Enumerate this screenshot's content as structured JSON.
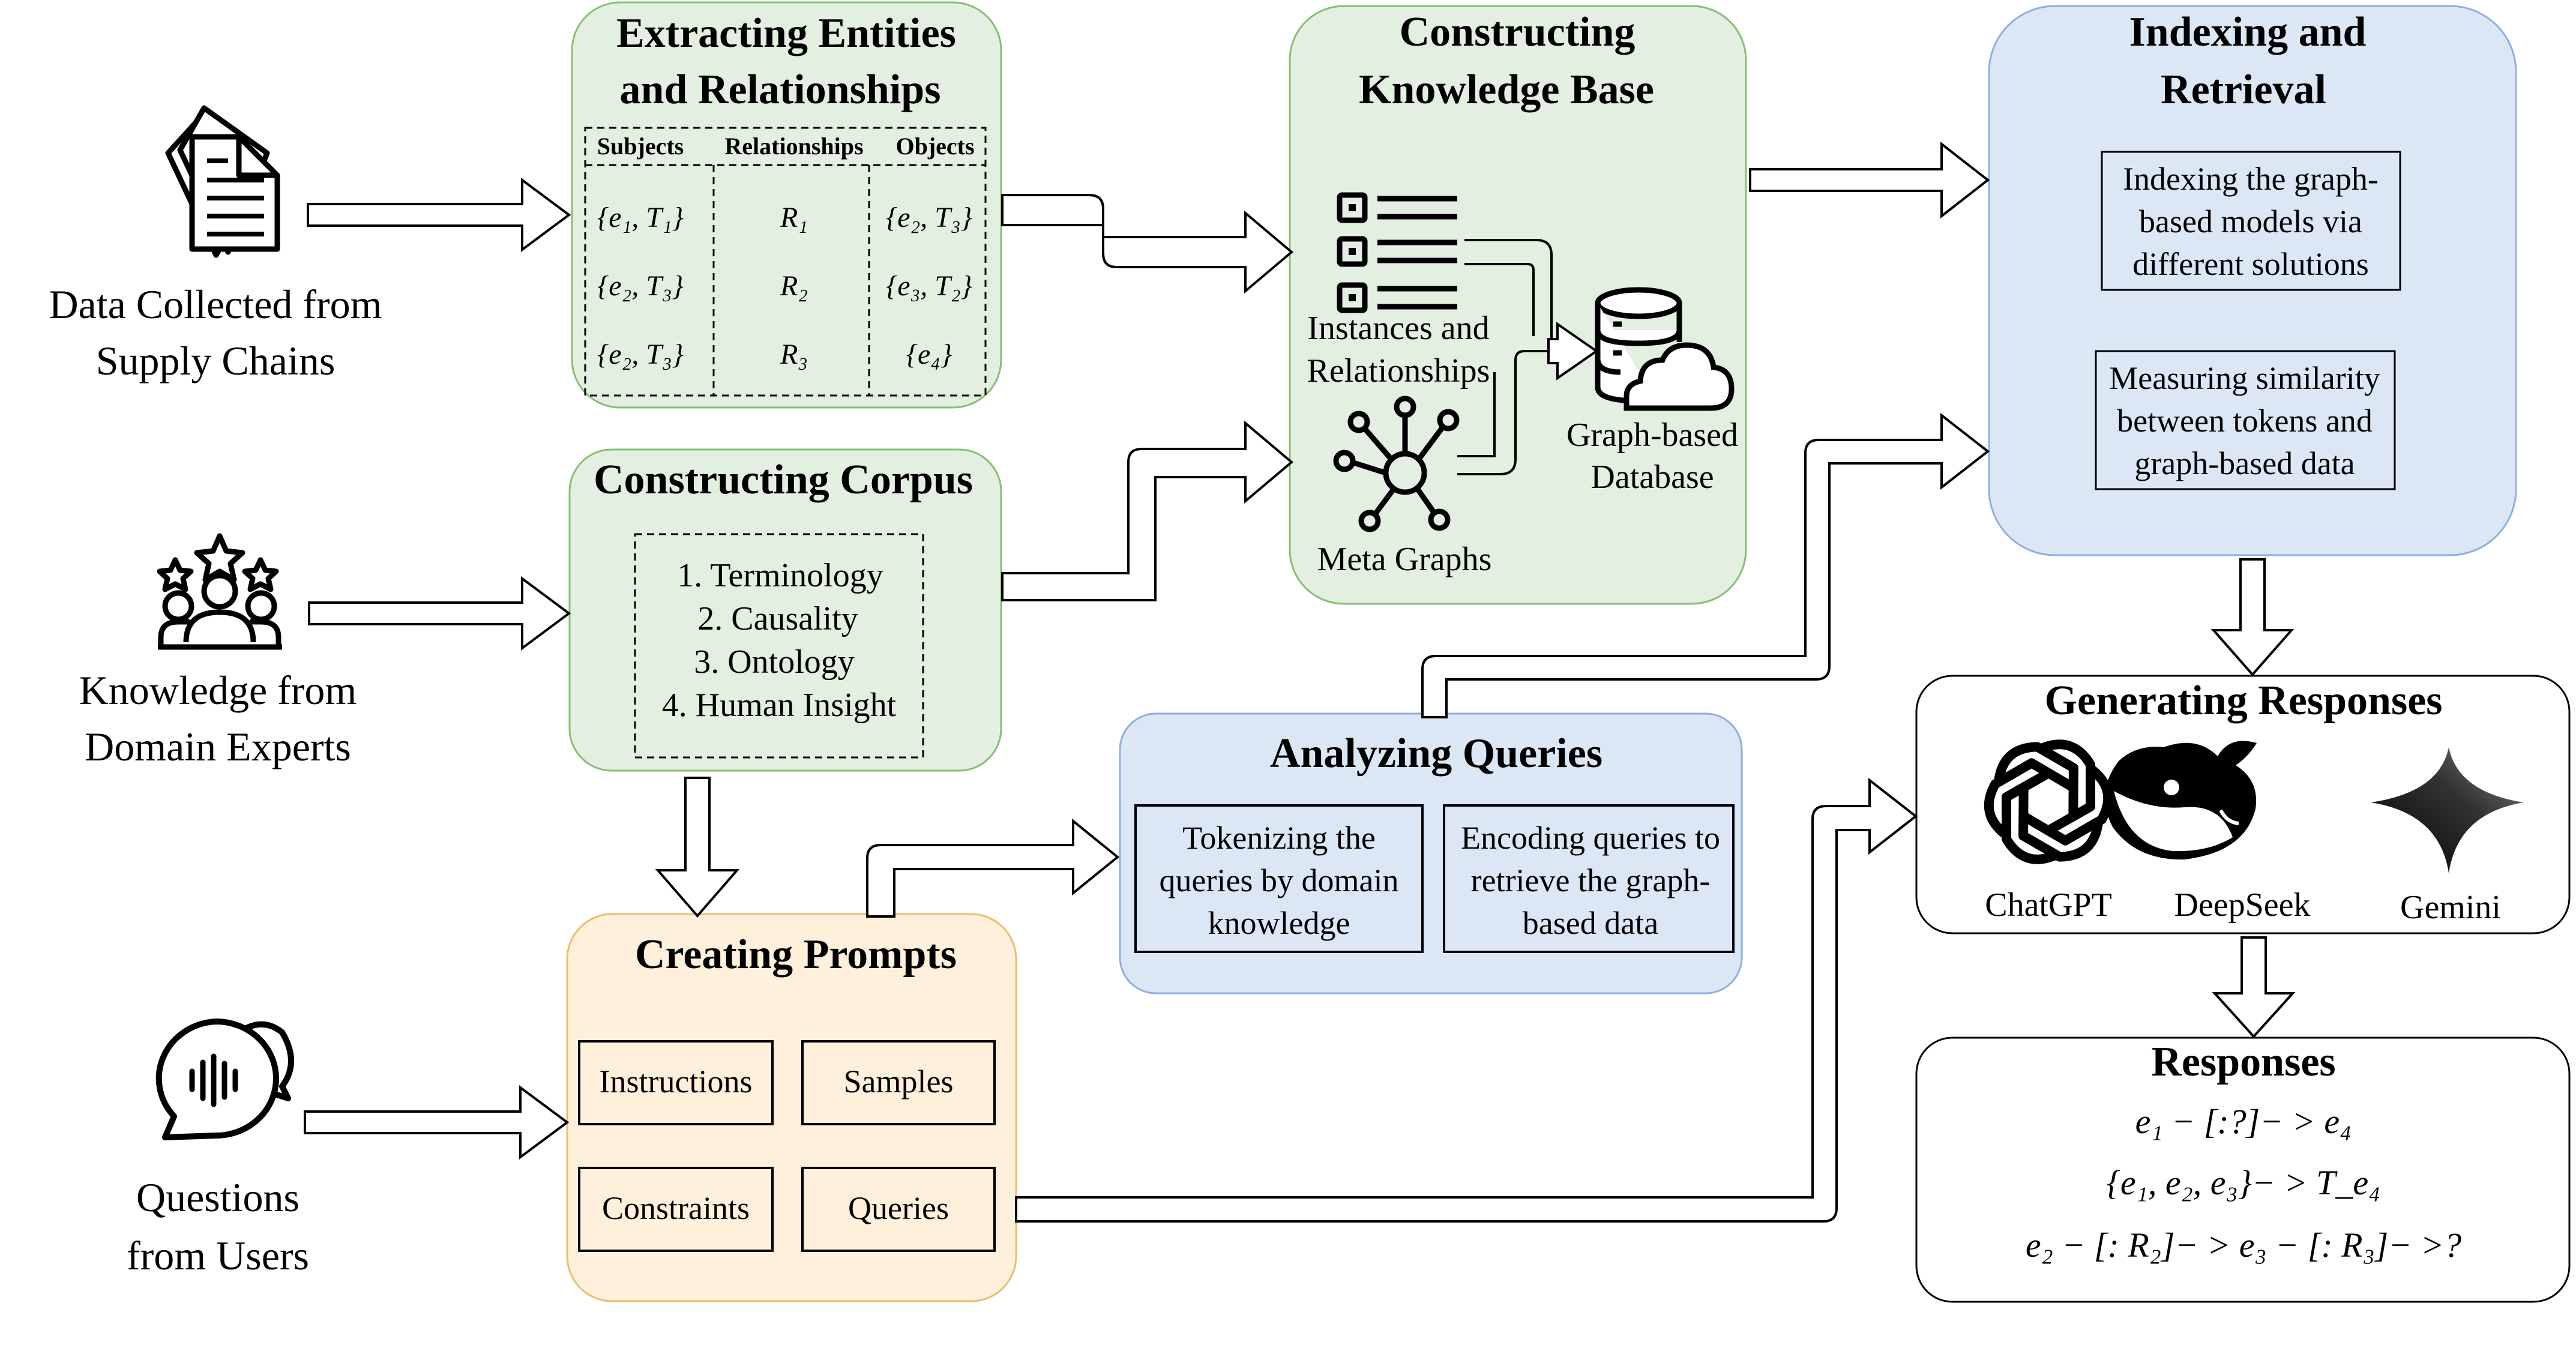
{
  "inputs": {
    "supply_chain": {
      "icon": "documents-icon",
      "label_line1": "Data Collected from",
      "label_line2": "Supply Chains"
    },
    "experts": {
      "icon": "experts-icon",
      "label_line1": "Knowledge from",
      "label_line2": "Domain Experts"
    },
    "users": {
      "icon": "chat-bubbles-icon",
      "label_line1": "Questions",
      "label_line2": "from Users"
    }
  },
  "extracting": {
    "title_line1": "Extracting Entities",
    "title_line2": "and Relationships",
    "headers": [
      "Subjects",
      "Relationships",
      "Objects"
    ],
    "rows": [
      [
        "{e₁, T₁}",
        "R₁",
        "{e₂, T₃}"
      ],
      [
        "{e₂, T₃}",
        "R₂",
        "{e₃, T₂}"
      ],
      [
        "{e₂, T₃}",
        "R₃",
        "{e₄}"
      ]
    ]
  },
  "corpus": {
    "title": "Constructing Corpus",
    "items": [
      "1. Terminology",
      "2. Causality",
      "3. Ontology",
      "4. Human Insight"
    ]
  },
  "knowledge_base": {
    "title_line1": "Constructing",
    "title_line2": "Knowledge Base",
    "instances_line1": "Instances and",
    "instances_line2": "Relationships",
    "meta_graphs": "Meta Graphs",
    "database_line1": "Graph-based",
    "database_line2": "Database"
  },
  "indexing": {
    "title_line1": "Indexing and",
    "title_line2": "Retrieval",
    "box1": [
      "Indexing the graph-",
      "based models via",
      "different solutions"
    ],
    "box2": [
      "Measuring similarity",
      "between  tokens and",
      "graph-based data"
    ]
  },
  "analyzing": {
    "title": "Analyzing Queries",
    "box1": [
      "Tokenizing the",
      "queries by domain",
      "knowledge"
    ],
    "box2": [
      "Encoding queries to",
      "retrieve the graph-",
      "based data"
    ]
  },
  "prompts": {
    "title": "Creating Prompts",
    "items": [
      "Instructions",
      "Samples",
      "Constraints",
      "Queries"
    ]
  },
  "generating": {
    "title": "Generating Responses",
    "models": [
      "ChatGPT",
      "DeepSeek",
      "Gemini"
    ]
  },
  "responses": {
    "title": "Responses",
    "lines": [
      "e₁ − [:?]− > e₄",
      "{e₁, e₂, e₃}− > T_e₄",
      "e₂ − [: R₂]− > e₃ − [: R₃]− >?"
    ]
  },
  "colors": {
    "green_fill": "#e3efe0",
    "green_stroke": "#86bf72",
    "blue_fill": "#dce7f6",
    "blue_stroke": "#8eaee0",
    "orange_fill": "#fff0db",
    "orange_stroke": "#ecbd6b",
    "black": "#000000"
  }
}
